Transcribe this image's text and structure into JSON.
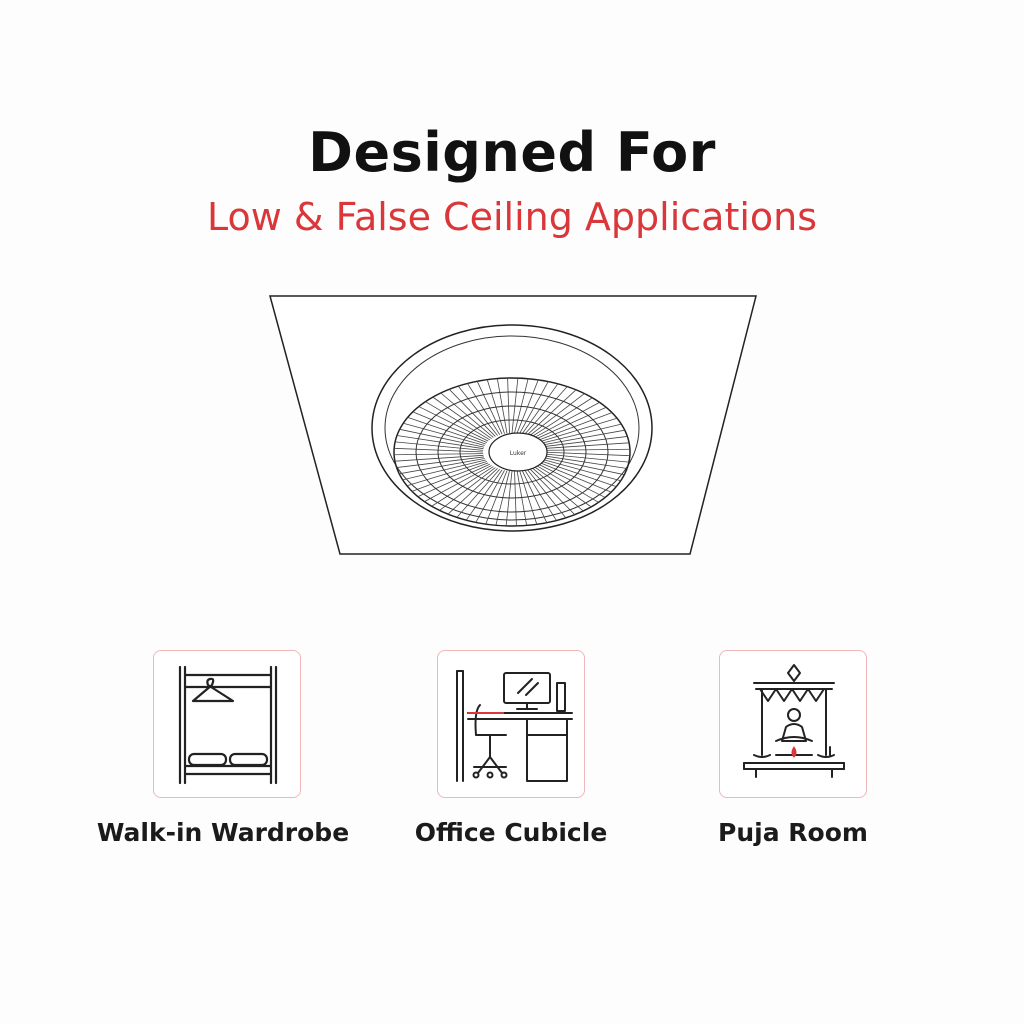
{
  "header": {
    "title": "Designed For",
    "subtitle": "Low & False Ceiling Applications"
  },
  "illustration": {
    "icon": "ceiling-fan-icon",
    "hub_logo_text": "Luker"
  },
  "applications": [
    {
      "label": "Walk-in Wardrobe",
      "icon": "wardrobe-icon"
    },
    {
      "label": "Office Cubicle",
      "icon": "office-desk-icon"
    },
    {
      "label": "Puja Room",
      "icon": "puja-shrine-icon"
    }
  ],
  "colors": {
    "accent": "#d9373a",
    "title": "#111111",
    "card_border": "#f0b7b8",
    "line_art": "#222222",
    "background": "#fdfdfd"
  }
}
